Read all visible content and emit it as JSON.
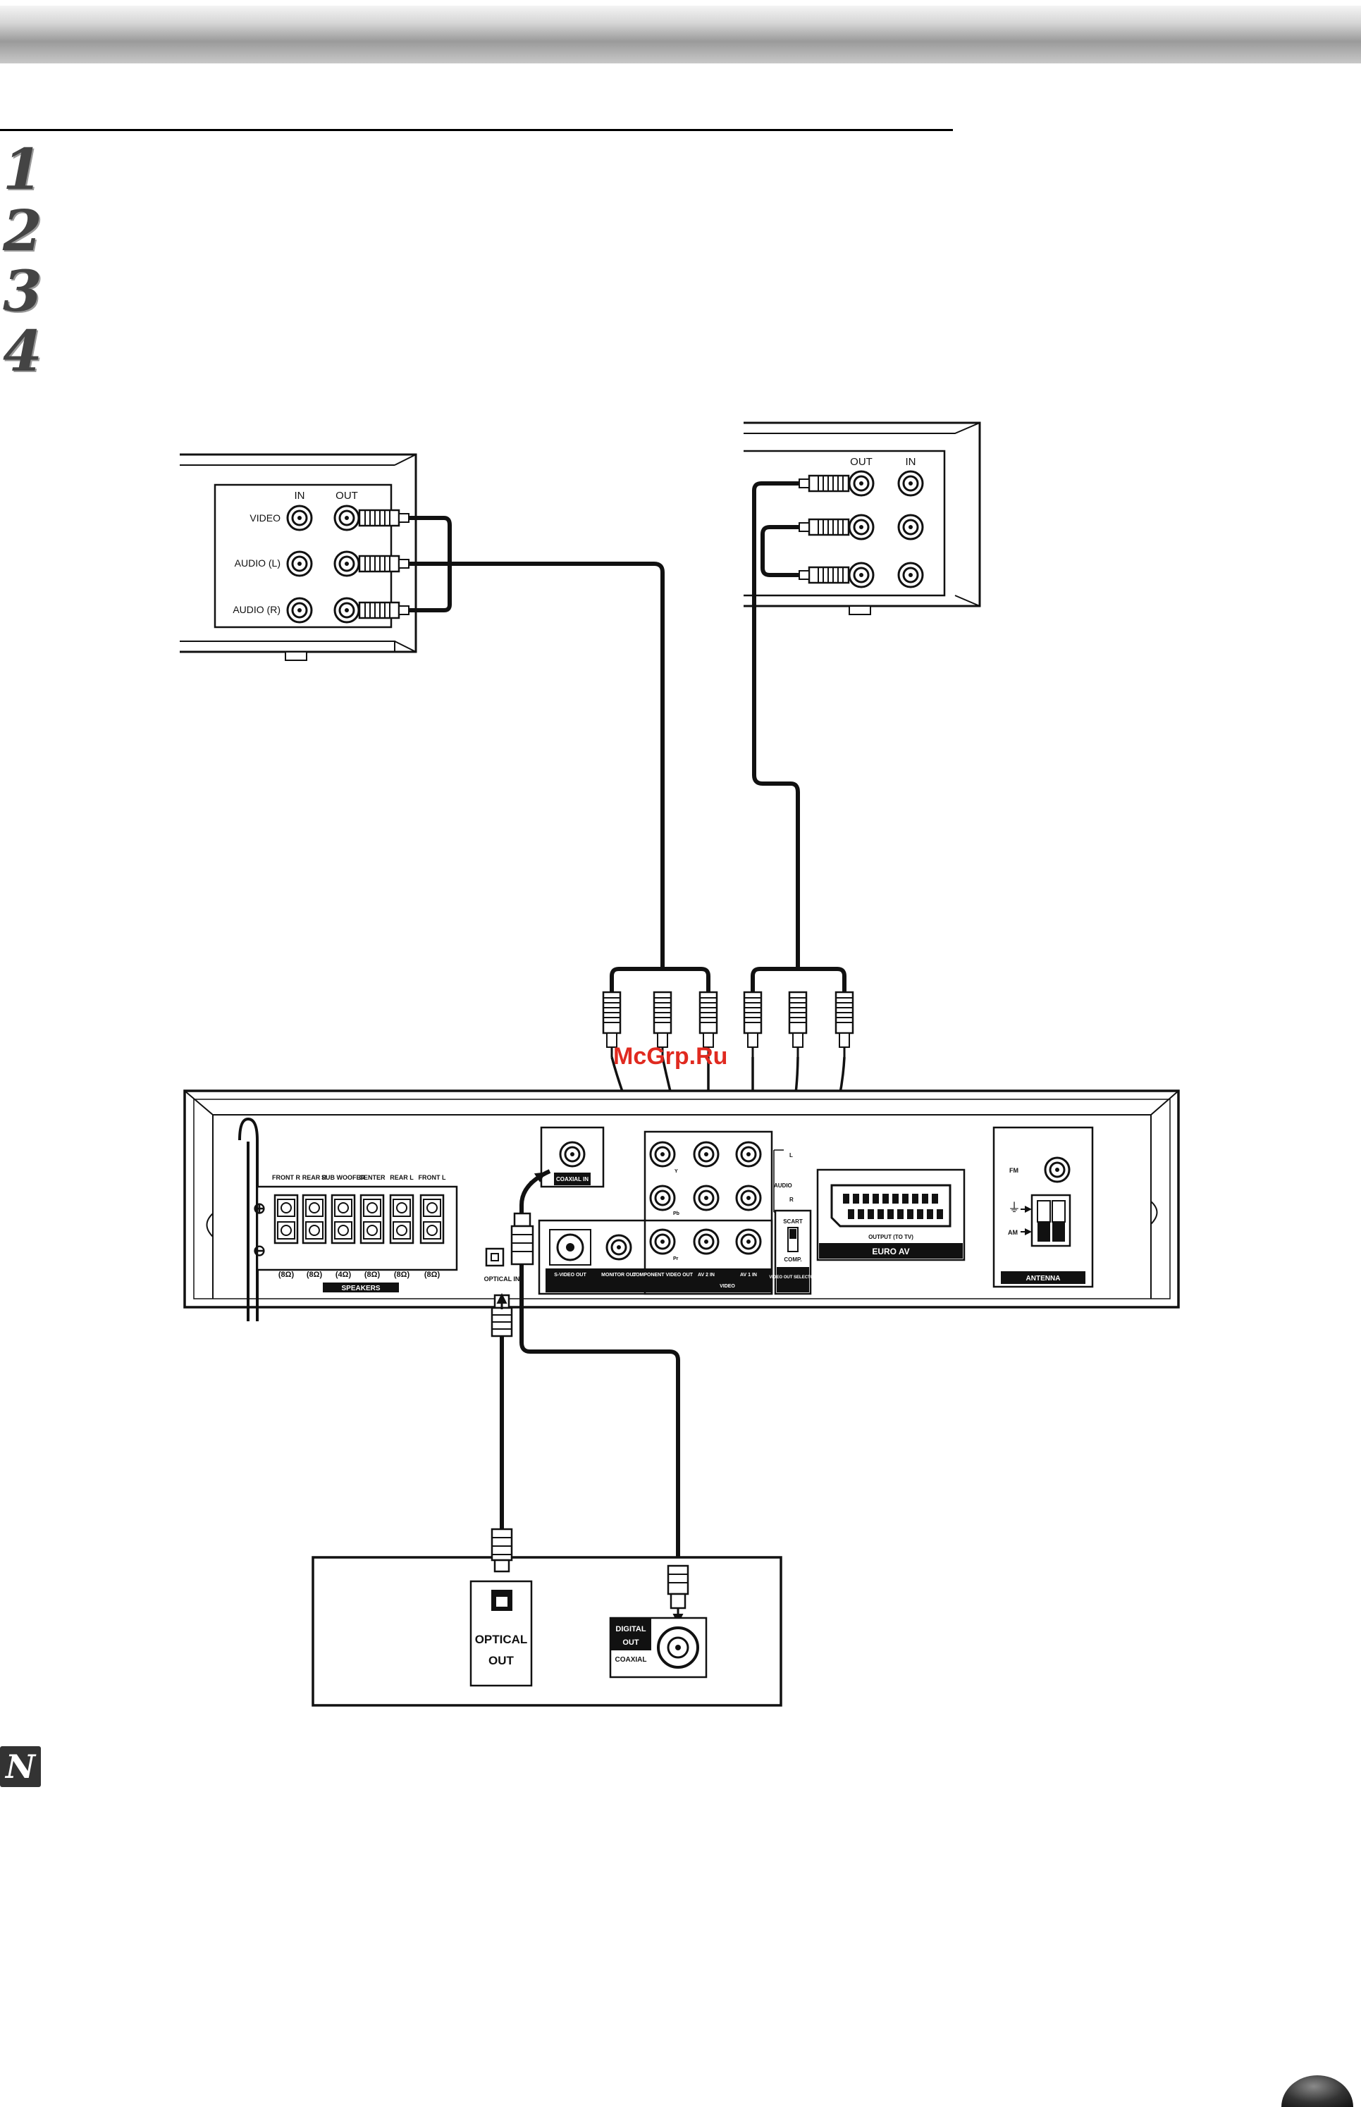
{
  "header": {
    "steps": [
      "1",
      "2",
      "3",
      "4"
    ],
    "note_icon": "N"
  },
  "watermark": "McGrp.Ru",
  "vcr_left": {
    "col_in": "IN",
    "col_out": "OUT",
    "row_video": "VIDEO",
    "row_audio_l": "AUDIO (L)",
    "row_audio_r": "AUDIO (R)"
  },
  "vcr_right": {
    "col_out": "OUT",
    "col_in": "IN"
  },
  "receiver": {
    "speakers": {
      "cols": [
        "FRONT R",
        "REAR R",
        "SUB WOOFER",
        "CENTER",
        "REAR L",
        "FRONT L"
      ],
      "impedances": [
        "(8Ω)",
        "(8Ω)",
        "(4Ω)",
        "(8Ω)",
        "(8Ω)",
        "(8Ω)"
      ],
      "label": "SPEAKERS"
    },
    "coaxial_in": "COAXIAL IN",
    "optical_in": "OPTICAL IN",
    "svideo_out": "S-VIDEO OUT",
    "monitor_out": "MONITOR OUT",
    "component_out": "COMPONENT VIDEO OUT",
    "comp_y": "Y",
    "comp_pb": "Pb",
    "comp_pr": "Pr",
    "av2_in": "AV 2 IN",
    "av1_in": "AV 1 IN",
    "video": "VIDEO",
    "audio": "AUDIO",
    "audio_l": "L",
    "audio_r": "R",
    "scart": "SCART",
    "comp": "COMP.",
    "video_out_selector": "VIDEO OUT SELECTOR",
    "output_to_tv": "OUTPUT (TO TV)",
    "euro_av": "EURO AV",
    "fm": "FM",
    "am": "AM",
    "antenna": "ANTENNA"
  },
  "digital_source": {
    "optical_out_1": "OPTICAL",
    "optical_out_2": "OUT",
    "digital_out_1": "DIGITAL",
    "digital_out_2": "OUT",
    "coaxial": "COAXIAL"
  }
}
